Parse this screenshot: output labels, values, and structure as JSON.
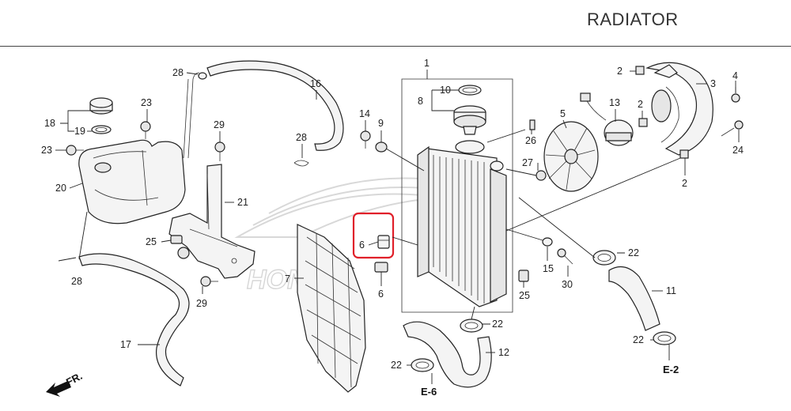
{
  "header": {
    "title": "RADIATOR"
  },
  "watermark": {
    "brand": "HONDA"
  },
  "callouts": {
    "p1": "1",
    "p2a": "2",
    "p2b": "2",
    "p2c": "2",
    "p3": "3",
    "p4": "4",
    "p5": "5",
    "p6a": "6",
    "p6b": "6",
    "p7": "7",
    "p8": "8",
    "p9": "9",
    "p10": "10",
    "p11": "11",
    "p12": "12",
    "p13": "13",
    "p14": "14",
    "p15": "15",
    "p16": "16",
    "p17": "17",
    "p18": "18",
    "p19": "19",
    "p20": "20",
    "p21": "21",
    "p22a": "22",
    "p22b": "22",
    "p22c": "22",
    "p22d": "22",
    "p23a": "23",
    "p23b": "23",
    "p24": "24",
    "p25a": "25",
    "p25b": "25",
    "p26": "26",
    "p27": "27",
    "p28a": "28",
    "p28b": "28",
    "p28c": "28",
    "p29a": "29",
    "p29b": "29",
    "p30": "30"
  },
  "references": {
    "e6": "E-6",
    "e2": "E-2",
    "front": "FR."
  },
  "highlight": {
    "part": "6",
    "color": "#e0202a"
  }
}
